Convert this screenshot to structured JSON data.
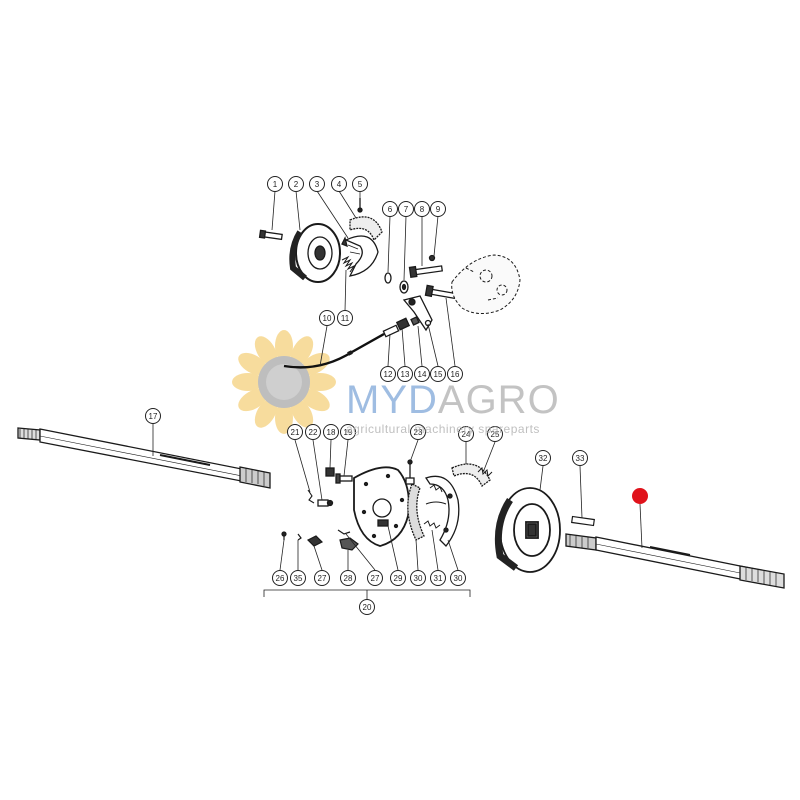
{
  "watermark": {
    "brand_left": "MYD",
    "brand_right": "AGRO",
    "tagline": "agricultural machinery spareparts",
    "highlight_color": "#8fb2dd",
    "sunflower_color": "#f2c14e"
  },
  "callouts": [
    {
      "id": "1",
      "label": "1"
    },
    {
      "id": "2",
      "label": "2"
    },
    {
      "id": "3",
      "label": "3"
    },
    {
      "id": "4",
      "label": "4"
    },
    {
      "id": "5",
      "label": "5"
    },
    {
      "id": "6",
      "label": "6"
    },
    {
      "id": "7",
      "label": "7"
    },
    {
      "id": "8",
      "label": "8"
    },
    {
      "id": "9",
      "label": "9"
    },
    {
      "id": "10",
      "label": "10"
    },
    {
      "id": "11",
      "label": "11"
    },
    {
      "id": "12",
      "label": "12"
    },
    {
      "id": "13",
      "label": "13"
    },
    {
      "id": "14",
      "label": "14"
    },
    {
      "id": "15",
      "label": "15"
    },
    {
      "id": "16",
      "label": "16"
    },
    {
      "id": "17",
      "label": "17"
    },
    {
      "id": "21",
      "label": "21"
    },
    {
      "id": "22",
      "label": "22"
    },
    {
      "id": "18",
      "label": "18"
    },
    {
      "id": "19",
      "label": "19"
    },
    {
      "id": "23",
      "label": "23"
    },
    {
      "id": "24",
      "label": "24"
    },
    {
      "id": "25",
      "label": "25"
    },
    {
      "id": "32",
      "label": "32"
    },
    {
      "id": "33",
      "label": "33"
    },
    {
      "id": "26",
      "label": "26"
    },
    {
      "id": "35",
      "label": "35"
    },
    {
      "id": "27a",
      "label": "27"
    },
    {
      "id": "28",
      "label": "28"
    },
    {
      "id": "27b",
      "label": "27"
    },
    {
      "id": "29",
      "label": "29"
    },
    {
      "id": "30a",
      "label": "30"
    },
    {
      "id": "31",
      "label": "31"
    },
    {
      "id": "30b",
      "label": "30"
    },
    {
      "id": "20",
      "label": "20"
    }
  ],
  "highlight_marker": {
    "color": "#e0121b",
    "target_part": "rear axle shaft"
  }
}
